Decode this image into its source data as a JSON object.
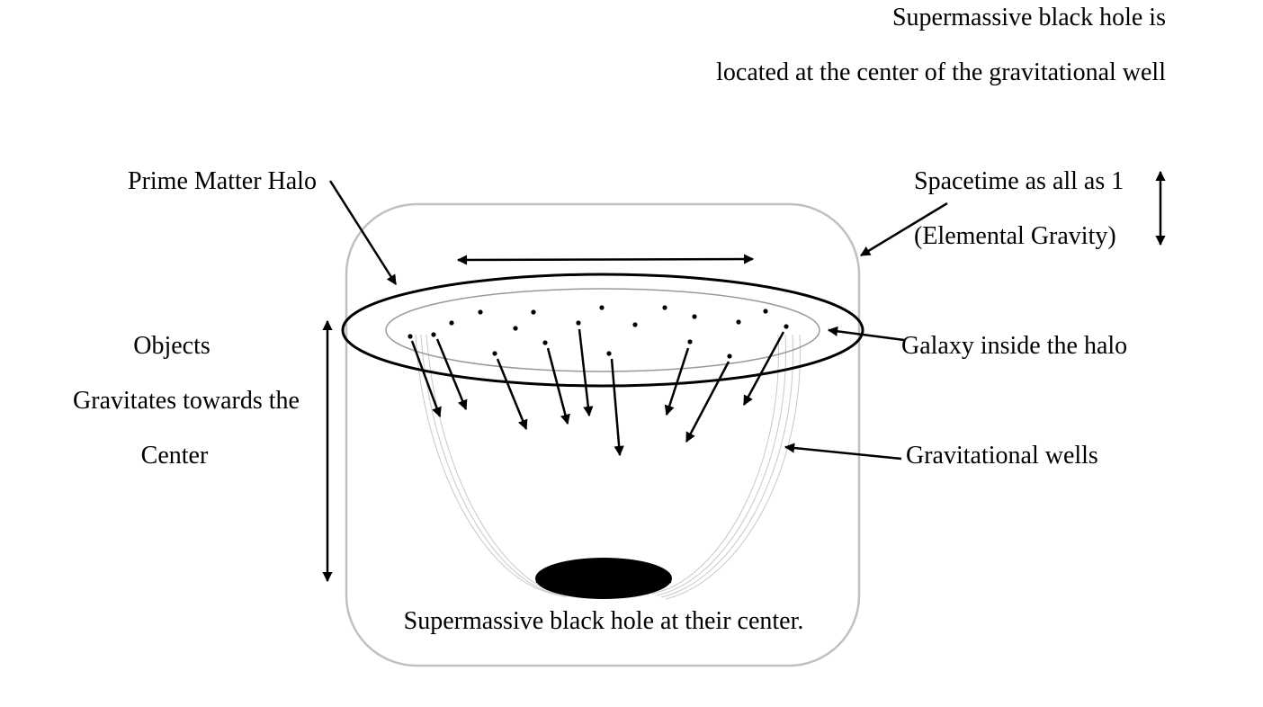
{
  "labels": {
    "top_line1": "Supermassive black hole is",
    "top_line2": "located at the center of the gravitational well",
    "halo": "Prime Matter Halo",
    "spacetime_line1": "Spacetime as all as 1",
    "spacetime_line2": "(Elemental Gravity)",
    "objects_line1": "Objects",
    "objects_line2": "Gravitates towards the",
    "objects_line3": "Center",
    "galaxy": "Galaxy inside the halo",
    "wells": "Gravitational wells",
    "black_hole": "Supermassive black hole at their center."
  },
  "colors": {
    "ink": "#000000",
    "frame": "#c0c0c0",
    "galaxy_ring": "#999999",
    "well_lines": "#c8c8c8"
  }
}
